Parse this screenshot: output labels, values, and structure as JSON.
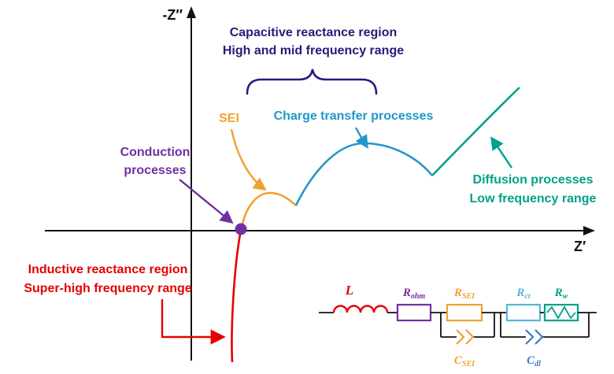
{
  "diagram": {
    "title_hint": "Nyquist impedance plot with equivalent circuit",
    "axes": {
      "y_label": "-Z″",
      "x_label": "Z′",
      "color": "#111111"
    },
    "annotations": {
      "capacitive": {
        "line1": "Capacitive reactance region",
        "line2": "High and mid frequency range",
        "color": "#221c7a"
      },
      "sei": {
        "label": "SEI",
        "color": "#f0a22e"
      },
      "charge_transfer": {
        "label": "Charge transfer processes",
        "color": "#2496c8"
      },
      "conduction": {
        "line1": "Conduction",
        "line2": "processes",
        "color": "#7030a0"
      },
      "diffusion": {
        "line1": "Diffusion processes",
        "line2": "Low frequency range",
        "color": "#00a188"
      },
      "inductive": {
        "line1": "Inductive reactance region",
        "line2": "Super-high frequency range",
        "color": "#e60000"
      }
    },
    "curve": {
      "inductive_color": "#e60000",
      "sei_color": "#f0a22e",
      "charge_transfer_color": "#2496c8",
      "diffusion_color": "#00a188",
      "conduction_point_color": "#7030a0"
    },
    "circuit": {
      "wire_color": "#111111",
      "inductor": {
        "label": "L",
        "color": "#e60000"
      },
      "r_ohm": {
        "main": "R",
        "sub": "ohm",
        "color": "#7030a0"
      },
      "r_sei": {
        "main": "R",
        "sub": "SEI",
        "color": "#f0a22e"
      },
      "r_ct": {
        "main": "R",
        "sub": "ct",
        "color": "#56b4d8"
      },
      "r_w": {
        "main": "R",
        "sub": "w",
        "color": "#00a188"
      },
      "c_sei": {
        "main": "C",
        "sub": "SEI",
        "color": "#f0a22e"
      },
      "c_dl": {
        "main": "C",
        "sub": "dl",
        "color": "#3f7ac5"
      }
    }
  }
}
